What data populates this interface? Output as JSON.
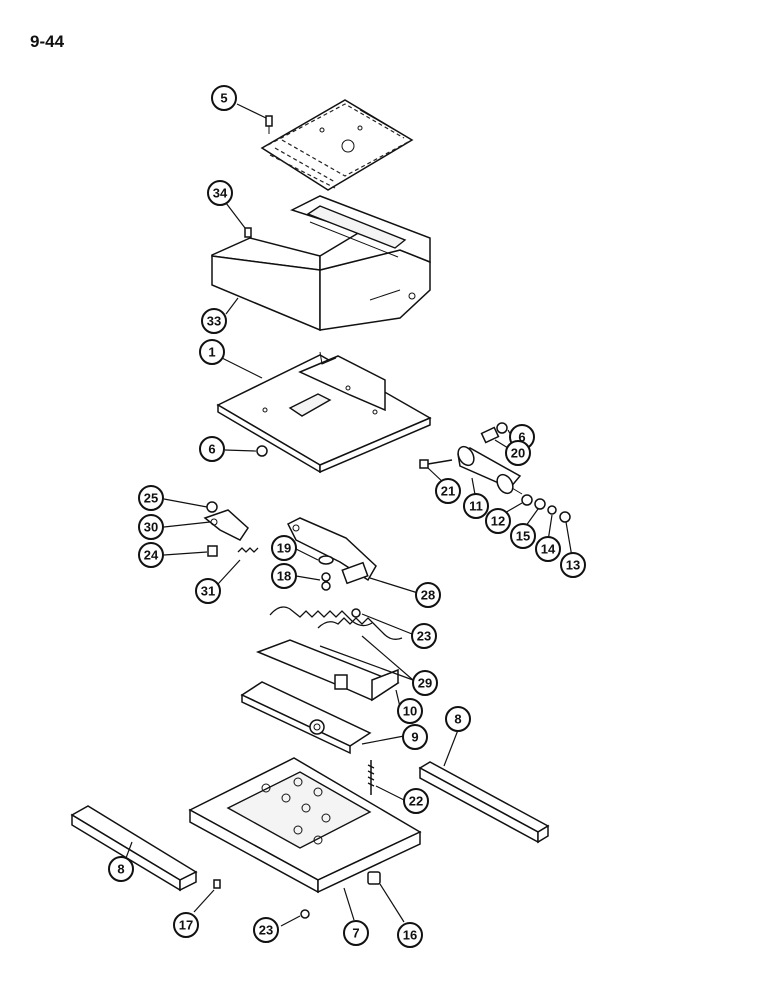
{
  "page": {
    "number": "9-44"
  },
  "callouts": [
    {
      "id": "c5",
      "label": "5"
    },
    {
      "id": "c34",
      "label": "34"
    },
    {
      "id": "c33",
      "label": "33"
    },
    {
      "id": "c1",
      "label": "1"
    },
    {
      "id": "c6a",
      "label": "6"
    },
    {
      "id": "c6b",
      "label": "6"
    },
    {
      "id": "c20",
      "label": "20"
    },
    {
      "id": "c21",
      "label": "21"
    },
    {
      "id": "c11",
      "label": "11"
    },
    {
      "id": "c12",
      "label": "12"
    },
    {
      "id": "c15",
      "label": "15"
    },
    {
      "id": "c14",
      "label": "14"
    },
    {
      "id": "c13",
      "label": "13"
    },
    {
      "id": "c25",
      "label": "25"
    },
    {
      "id": "c30",
      "label": "30"
    },
    {
      "id": "c24",
      "label": "24"
    },
    {
      "id": "c31",
      "label": "31"
    },
    {
      "id": "c19",
      "label": "19"
    },
    {
      "id": "c18",
      "label": "18"
    },
    {
      "id": "c28",
      "label": "28"
    },
    {
      "id": "c23a",
      "label": "23"
    },
    {
      "id": "c29",
      "label": "29"
    },
    {
      "id": "c10",
      "label": "10"
    },
    {
      "id": "c9",
      "label": "9"
    },
    {
      "id": "c8a",
      "label": "8"
    },
    {
      "id": "c22",
      "label": "22"
    },
    {
      "id": "c8b",
      "label": "8"
    },
    {
      "id": "c17",
      "label": "17"
    },
    {
      "id": "c23b",
      "label": "23"
    },
    {
      "id": "c7",
      "label": "7"
    },
    {
      "id": "c16",
      "label": "16"
    }
  ]
}
